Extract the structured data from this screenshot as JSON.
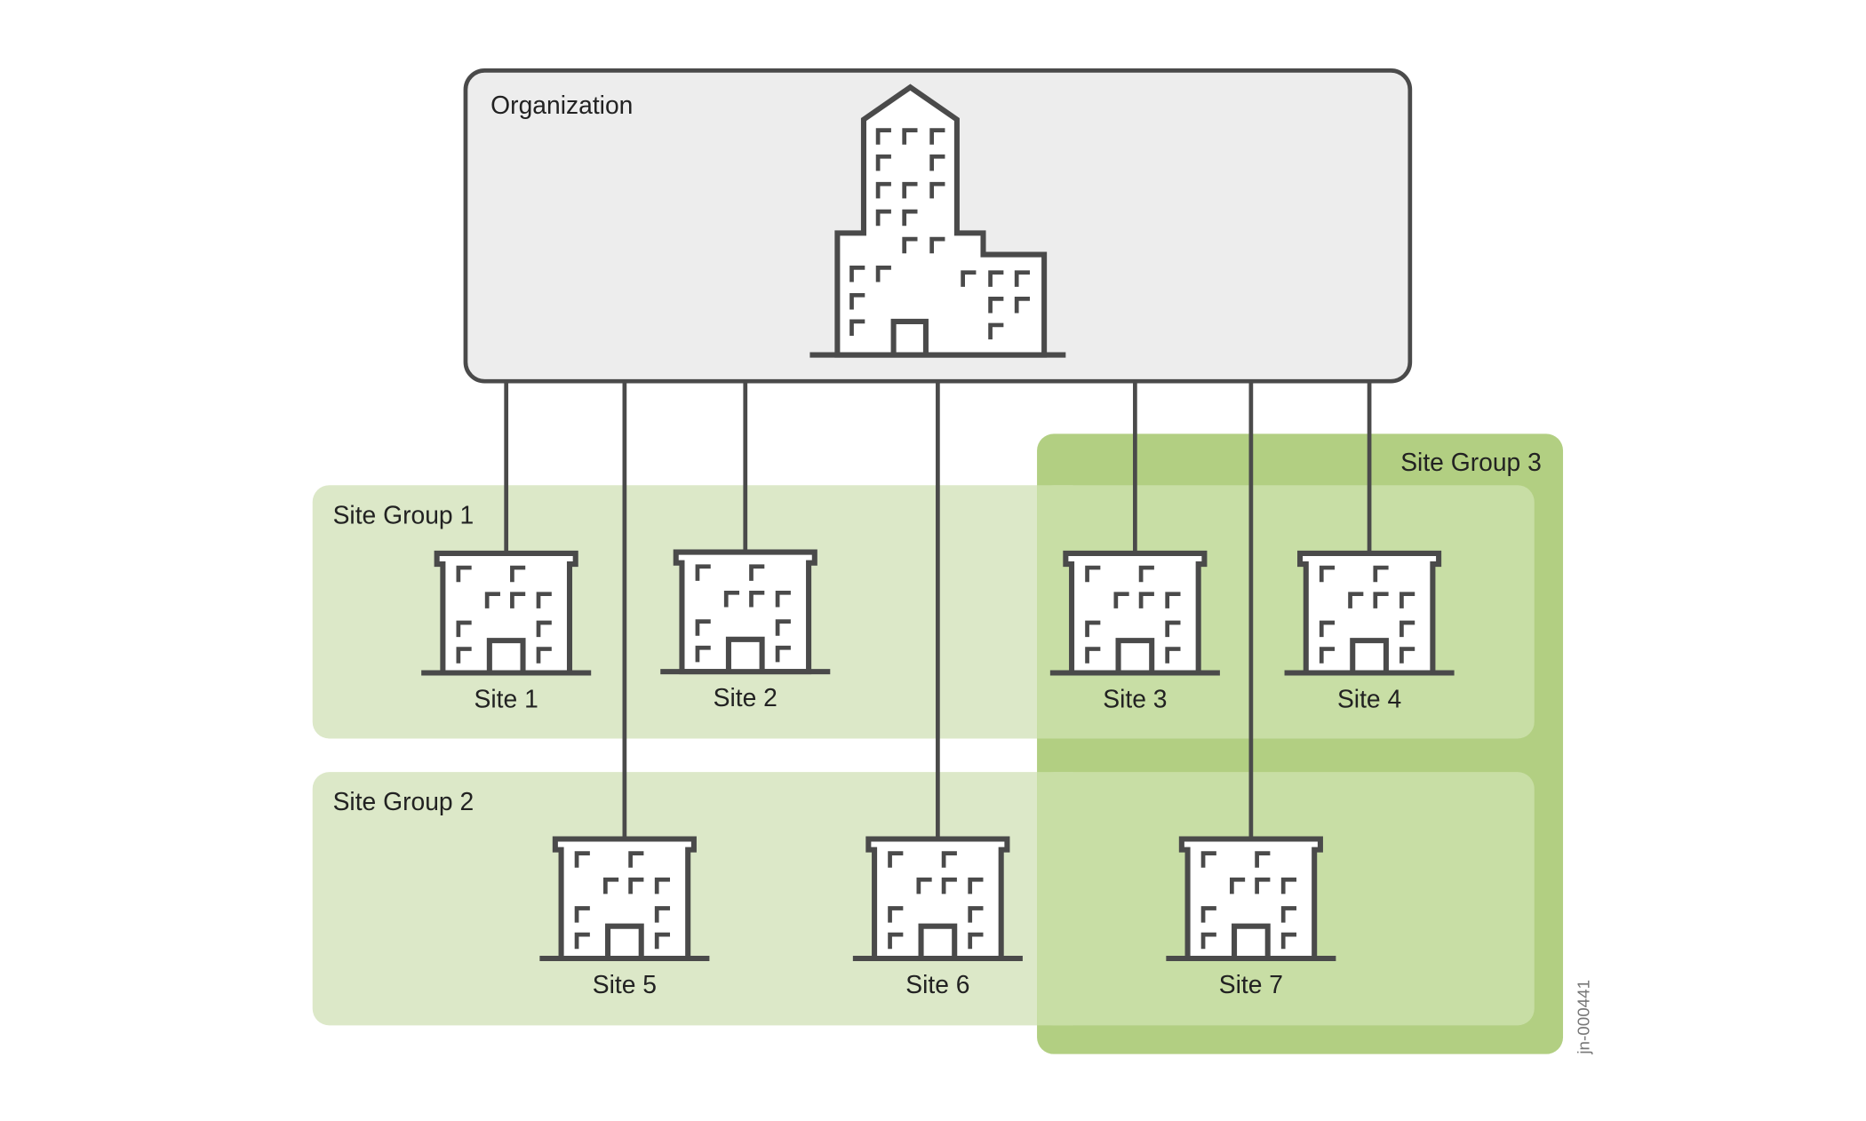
{
  "organization": {
    "label": "Organization"
  },
  "site_groups": [
    {
      "id": "g1",
      "label": "Site Group 1"
    },
    {
      "id": "g2",
      "label": "Site Group 2"
    },
    {
      "id": "g3",
      "label": "Site Group 3"
    }
  ],
  "sites": [
    {
      "id": "site-1",
      "label": "Site 1",
      "groups": [
        "g1"
      ]
    },
    {
      "id": "site-2",
      "label": "Site 2",
      "groups": [
        "g1"
      ]
    },
    {
      "id": "site-3",
      "label": "Site 3",
      "groups": [
        "g1",
        "g3"
      ]
    },
    {
      "id": "site-4",
      "label": "Site 4",
      "groups": [
        "g1",
        "g3"
      ]
    },
    {
      "id": "site-5",
      "label": "Site 5",
      "groups": [
        "g2"
      ]
    },
    {
      "id": "site-6",
      "label": "Site 6",
      "groups": [
        "g2"
      ]
    },
    {
      "id": "site-7",
      "label": "Site 7",
      "groups": [
        "g2",
        "g3"
      ]
    }
  ],
  "figure_id": "jn-000441",
  "colors": {
    "org_fill": "#ededed",
    "outline": "#4a4a4a",
    "group_light": "#dce8c8",
    "group_dark": "#b2cf82",
    "overlap": "#c8deA5"
  },
  "icons": {
    "organization": "office-tower-icon",
    "site": "building-icon"
  }
}
